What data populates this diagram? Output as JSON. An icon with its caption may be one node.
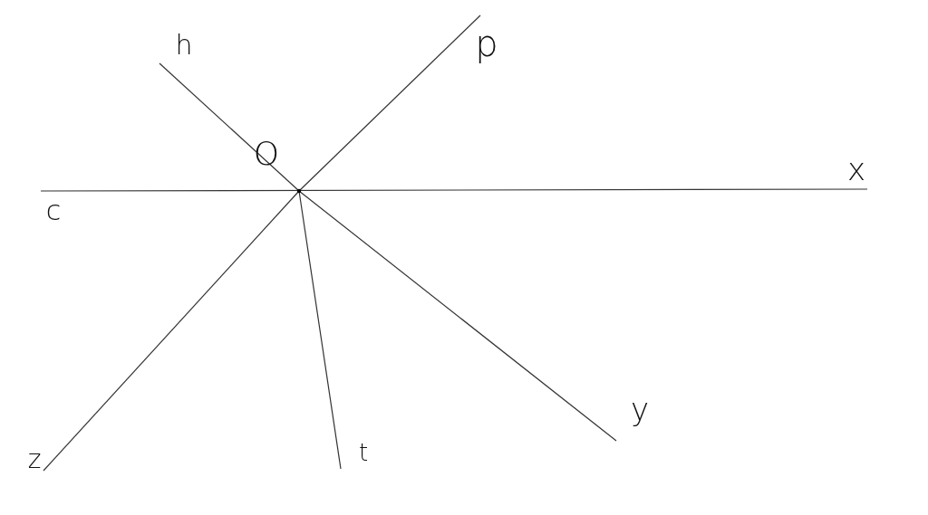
{
  "diagram": {
    "labels": [
      "h",
      "p",
      "O",
      "x",
      "c",
      "y",
      "z",
      "t"
    ]
  }
}
